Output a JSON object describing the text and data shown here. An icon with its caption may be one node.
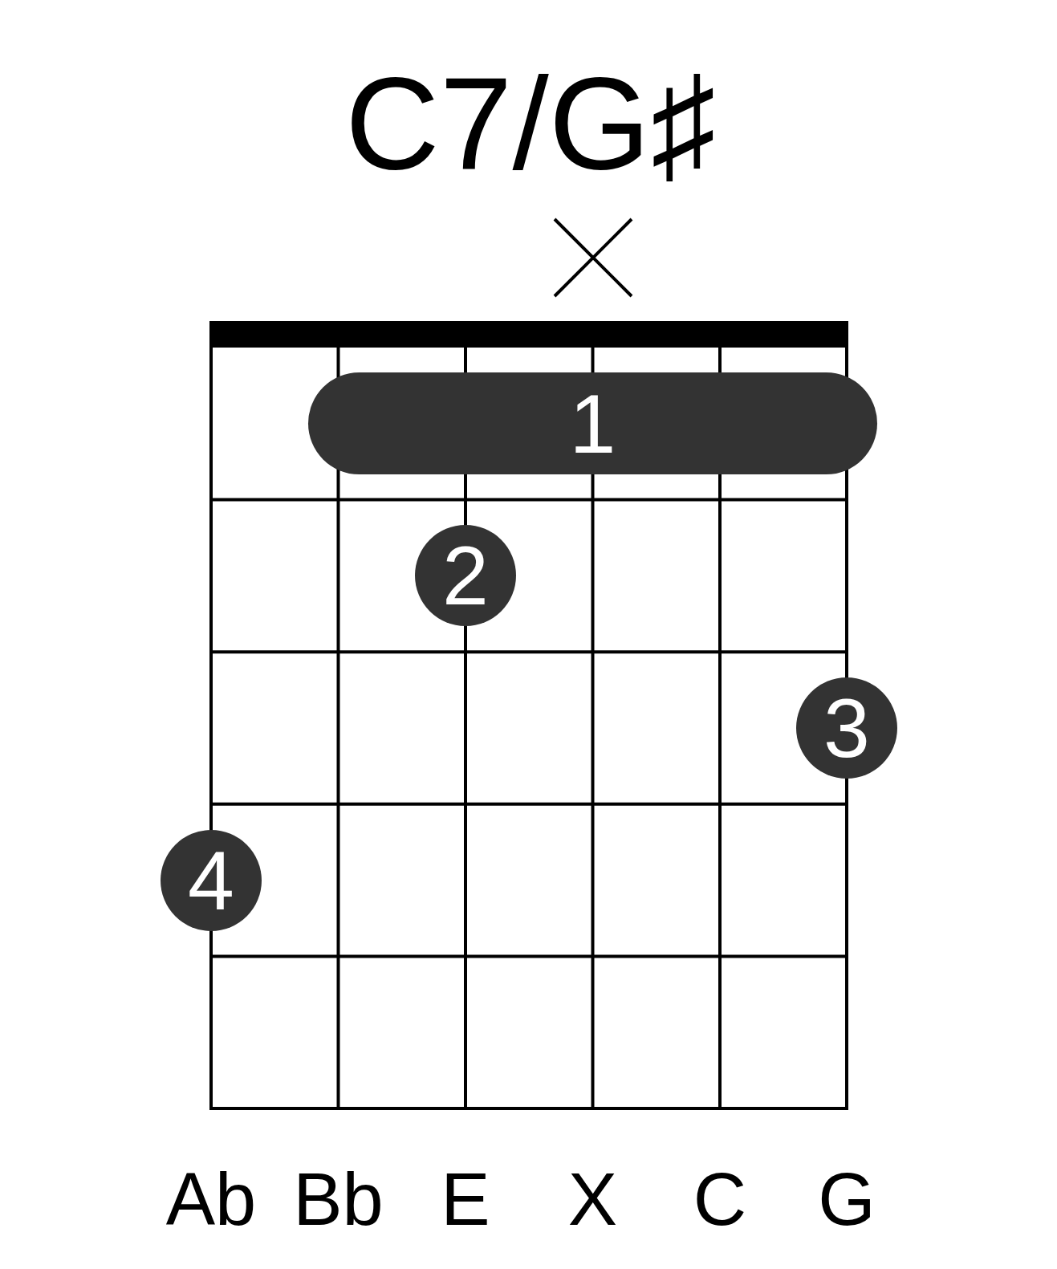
{
  "diagram": {
    "title": "C7/G♯",
    "nodes": [
      {
        "text": [
          "1"
        ]
      },
      {
        "text": [
          "2"
        ]
      },
      {
        "text": [
          "3"
        ]
      },
      {
        "text": [
          "4"
        ]
      }
    ],
    "labels": [
      "Ab",
      "Bb",
      "E",
      "X",
      "C",
      "G"
    ]
  }
}
